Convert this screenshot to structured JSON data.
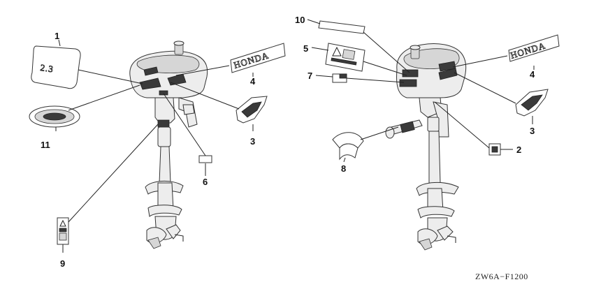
{
  "callouts": {
    "c1": "1",
    "c2": "2",
    "c3a": "3",
    "c3b": "3",
    "c4a": "4",
    "c4b": "4",
    "c5": "5",
    "c6": "6",
    "c7": "7",
    "c8": "8",
    "c9": "9",
    "c10": "10",
    "c11": "11"
  },
  "emblem_text_a": "HONDA",
  "emblem_text_b": "HONDA",
  "model_badge_text": "2.3",
  "figure_code": "ZW6A−F1200"
}
